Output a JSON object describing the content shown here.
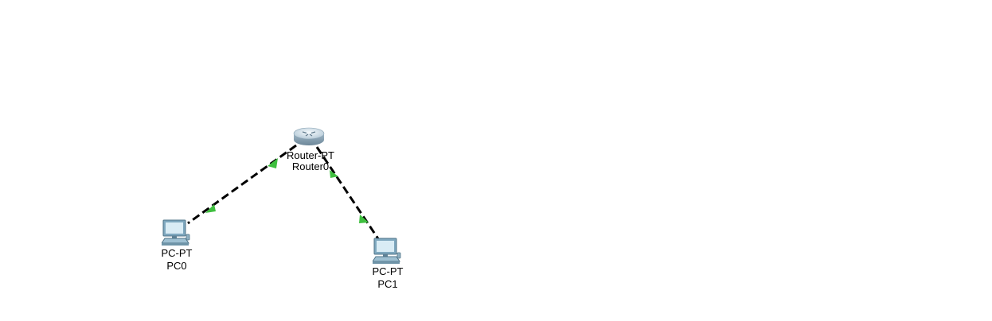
{
  "colors": {
    "link": "#000000",
    "link_status_up": "#3fbf3f",
    "background": "#ffffff"
  },
  "devices": {
    "router0": {
      "icon": "router-icon",
      "model": "Router-PT",
      "name": "Router0"
    },
    "pc0": {
      "icon": "pc-icon",
      "model": "PC-PT",
      "name": "PC0"
    },
    "pc1": {
      "icon": "pc-icon",
      "model": "PC-PT",
      "name": "PC1"
    }
  },
  "links": [
    {
      "from": "router0",
      "to": "pc0",
      "type": "copper-crossover",
      "from_status": "up",
      "to_status": "up"
    },
    {
      "from": "router0",
      "to": "pc1",
      "type": "copper-crossover",
      "from_status": "up",
      "to_status": "up"
    }
  ]
}
